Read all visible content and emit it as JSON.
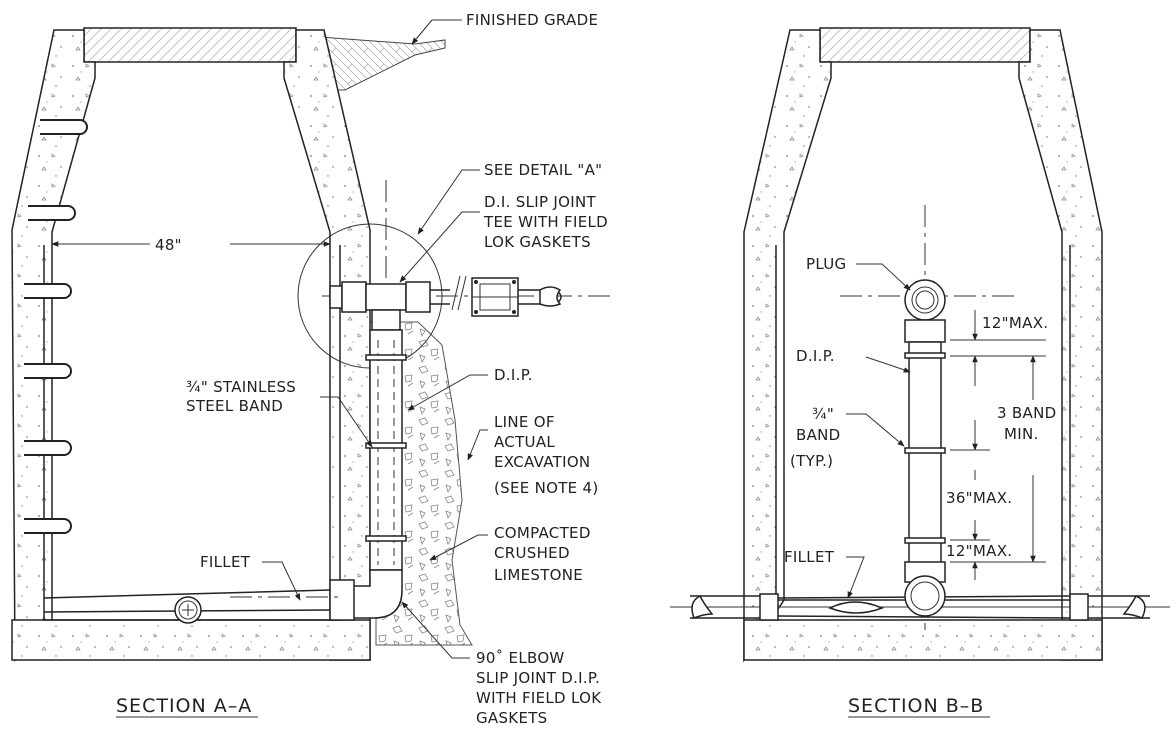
{
  "section_a": {
    "title": "SECTION A–A",
    "labels": {
      "finished_grade": "FINISHED GRADE",
      "see_detail": "SEE DETAIL \"A\"",
      "tee_1": "D.I. SLIP JOINT",
      "tee_2": "TEE WITH FIELD",
      "tee_3": "LOK GASKETS",
      "dim_48": "48\"",
      "band_1": "¾\" STAINLESS",
      "band_2": "STEEL BAND",
      "dip": "D.I.P.",
      "excav_1": "LINE OF",
      "excav_2": "ACTUAL",
      "excav_3": "EXCAVATION",
      "excav_4": "(SEE NOTE 4)",
      "stone_1": "COMPACTED",
      "stone_2": "CRUSHED",
      "stone_3": "LIMESTONE",
      "fillet": "FILLET",
      "elbow_1": "90˚ ELBOW",
      "elbow_2": "SLIP JOINT D.I.P.",
      "elbow_3": "WITH FIELD LOK",
      "elbow_4": "GASKETS"
    }
  },
  "section_b": {
    "title": "SECTION B–B",
    "labels": {
      "plug": "PLUG",
      "dip": "D.I.P.",
      "band_1": "¾\"",
      "band_2": "BAND",
      "band_3": "(TYP.)",
      "max12_top": "12\"MAX.",
      "min_1": "3 BAND",
      "min_2": "MIN.",
      "max36": "36\"MAX.",
      "max12_bot": "12\"MAX.",
      "fillet": "FILLET"
    }
  }
}
